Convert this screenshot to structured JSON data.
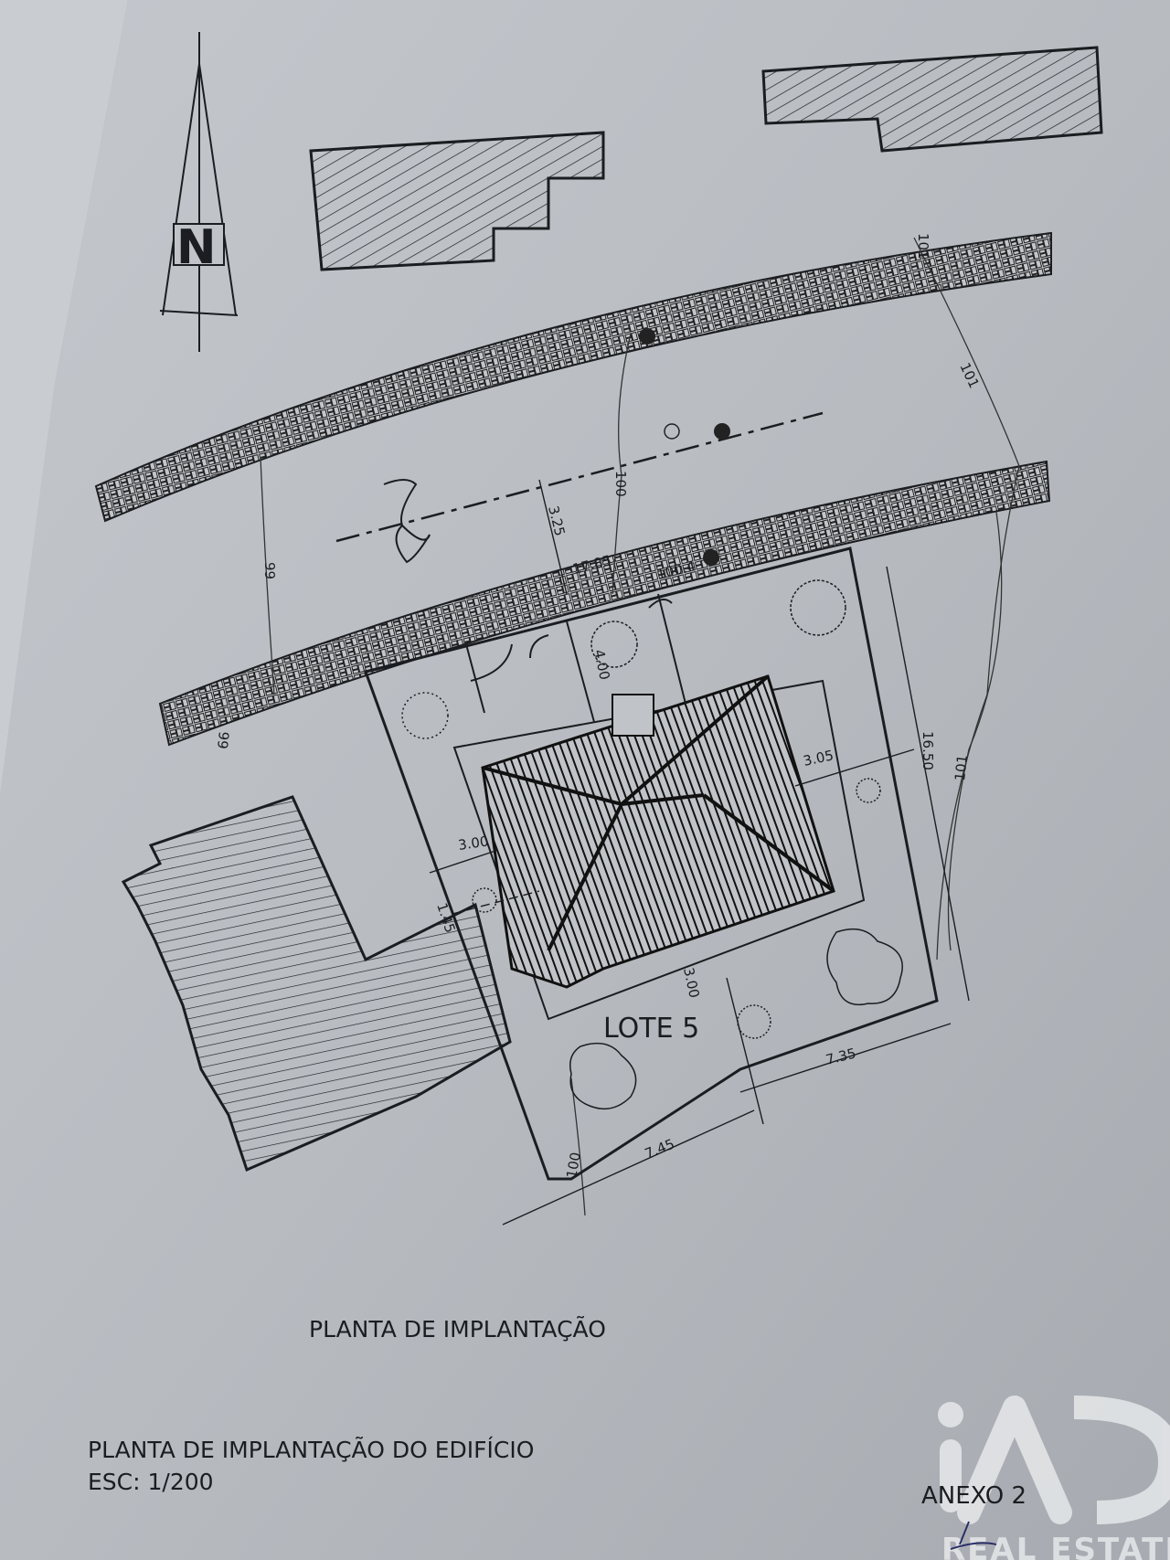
{
  "document": {
    "plan_title": "PLANTA DE IMPLANTAÇÃO",
    "drawing_title": "PLANTA DE IMPLANTAÇÃO DO EDIFÍCIO",
    "scale": "ESC: 1/200",
    "annex": "ANEXO 2",
    "lot_label": "LOTE 5",
    "north_label": "N"
  },
  "dimensions": {
    "front_setback": "3.25",
    "frontage": "17.85",
    "entry": "4.00",
    "right_setback": "3.05",
    "right_depth": "16.50",
    "left_setback": "3.00",
    "left_small": "1.45",
    "rear_setback": "3.00",
    "rear_right": "7.35",
    "rear_left": "7.45"
  },
  "contours": {
    "c101_top": "101",
    "c101_right": "101",
    "c101_side": "101",
    "c100_mid": "100",
    "c100_lot": "100.4",
    "c100_bottom": "100",
    "c99_upper": "99",
    "c99_lower": "99"
  },
  "watermark": {
    "brand": "iAD",
    "tagline": "REAL ESTATE"
  },
  "colors": {
    "paper": "#b9bdc2",
    "ink": "#1b1d20",
    "watermark": "#e6e8ea"
  }
}
